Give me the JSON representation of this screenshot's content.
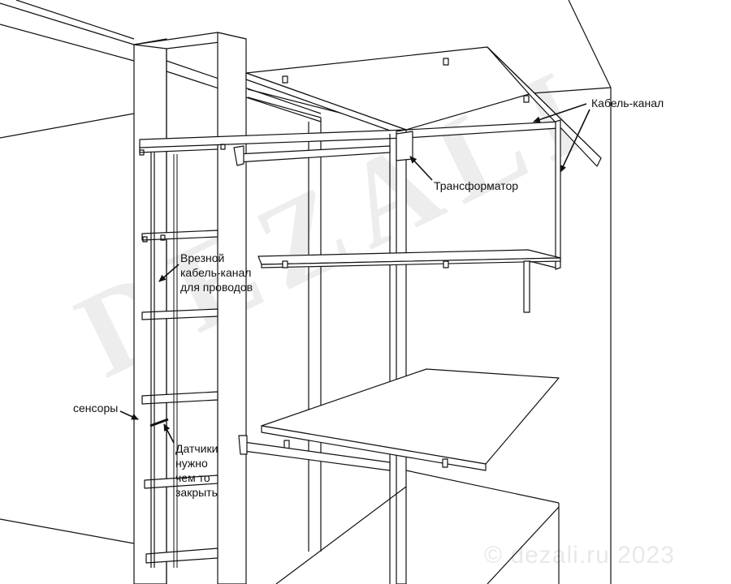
{
  "labels": {
    "cable_channel": "Кабель-канал",
    "transformer": "Трансформатор",
    "embedded_channel": [
      "Врезной",
      "кабель-канал",
      "для проводов"
    ],
    "sensors": "сенсоры",
    "sensors_note": [
      "Датчики",
      "нужно",
      "чем то",
      "закрыть"
    ]
  },
  "watermark": {
    "brand": "DEZALI",
    "copyright": "© dezali.ru 2023"
  },
  "colors": {
    "line": "#111111",
    "rail": "#555555",
    "fill": "#ffffff"
  }
}
